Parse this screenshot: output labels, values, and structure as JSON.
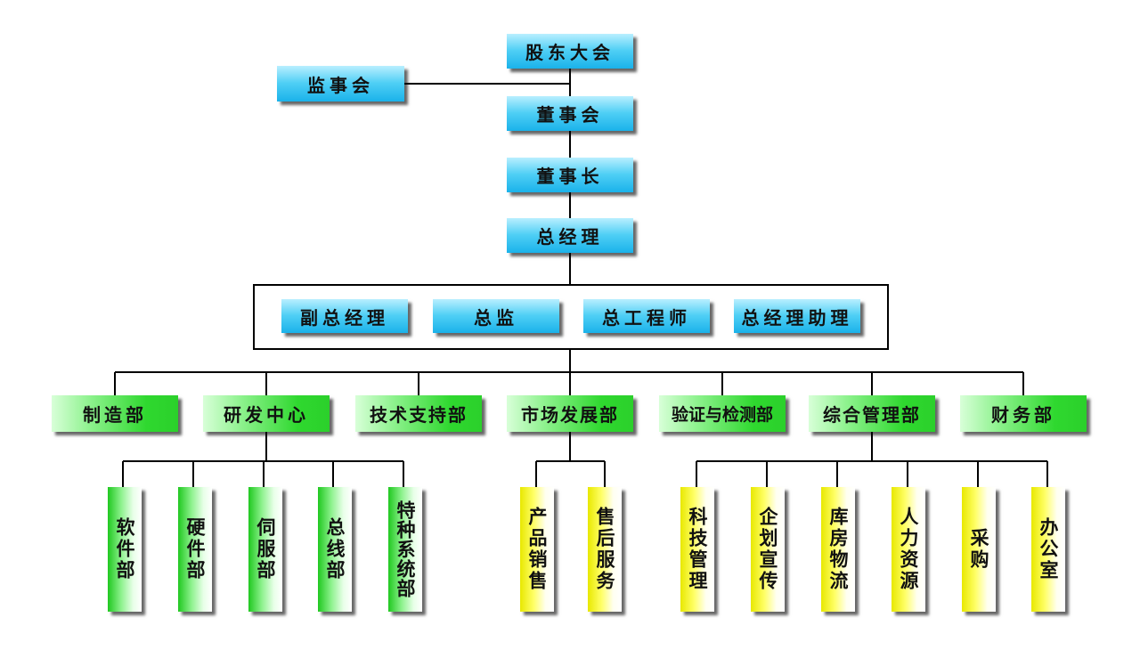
{
  "chart": {
    "shareholders": "股东大会",
    "supervisors": "监事会",
    "board": "董事会",
    "chairman": "董事长",
    "general_manager": "总经理",
    "executives": [
      "副总经理",
      "总监",
      "总工程师",
      "总经理助理"
    ],
    "departments": [
      "制造部",
      "研发中心",
      "技术支持部",
      "市场发展部",
      "验证与检测部",
      "综合管理部",
      "财务部"
    ],
    "rd_units": [
      "软件部",
      "硬件部",
      "伺服部",
      "总线部",
      "特种系统部"
    ],
    "marketing_units": [
      "产品销售",
      "售后服务"
    ],
    "admin_units": [
      "科技管理",
      "企划宣传",
      "库房物流",
      "人力资源",
      "采购",
      "办公室"
    ]
  },
  "colors": {
    "top_box": "#1ab2ea",
    "department_box": "#2fd82f",
    "rd_unit_box": "#8ef28e",
    "support_unit_box": "#ffff66",
    "line": "#000000"
  }
}
